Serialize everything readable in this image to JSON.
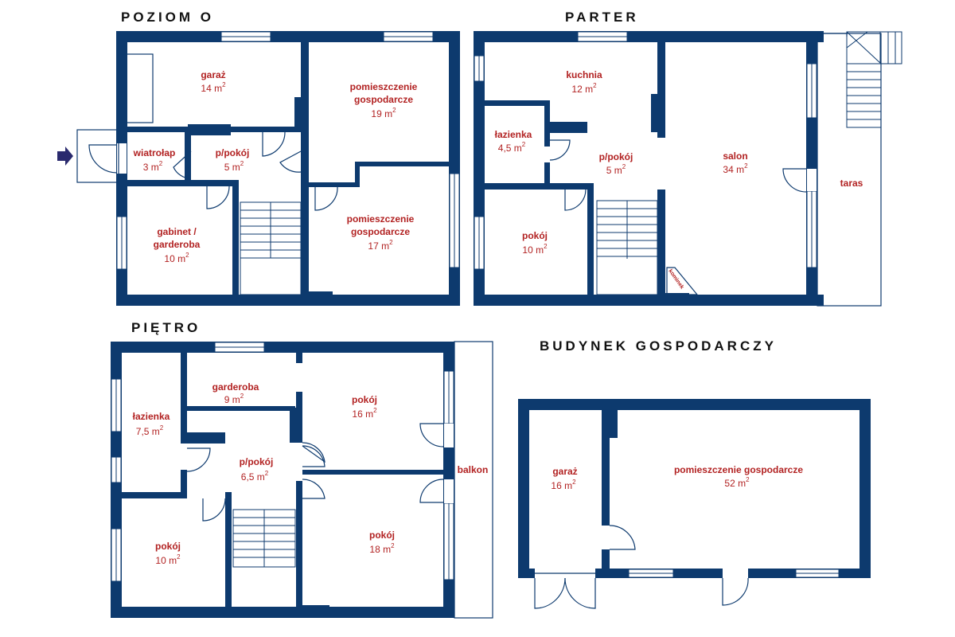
{
  "titles": {
    "poziom0": "POZIOM  O",
    "parter": "PARTER",
    "pietro": "PIĘTRO",
    "budynek": "BUDYNEK  GOSPODARCZY"
  },
  "rooms": {
    "garaz": {
      "name": "garaż",
      "area": "14 m",
      "sup": "2"
    },
    "pom_gosp_19": {
      "name1": "pomieszczenie",
      "name2": "gospodarcze",
      "area": "19 m",
      "sup": "2"
    },
    "wiatrolap": {
      "name": "wiatrołap",
      "area": "3 m",
      "sup": "2"
    },
    "ppokoj_5a": {
      "name": "p/pokój",
      "area": "5 m",
      "sup": "2"
    },
    "gabinet": {
      "name1": "gabinet /",
      "name2": "garderoba",
      "area": "10 m",
      "sup": "2"
    },
    "pom_gosp_17": {
      "name1": "pomieszczenie",
      "name2": "gospodarcze",
      "area": "17 m",
      "sup": "2"
    },
    "kuchnia": {
      "name": "kuchnia",
      "area": "12 m",
      "sup": "2"
    },
    "lazienka_45": {
      "name": "łazienka",
      "area": "4,5 m",
      "sup": "2"
    },
    "ppokoj_5b": {
      "name": "p/pokój",
      "area": "5 m",
      "sup": "2"
    },
    "salon": {
      "name": "salon",
      "area": "34 m",
      "sup": "2"
    },
    "taras": {
      "name": "taras"
    },
    "pokoj_10a": {
      "name": "pokój",
      "area": "10 m",
      "sup": "2"
    },
    "kominek": {
      "name": "kominek"
    },
    "garderoba_9": {
      "name": "garderoba",
      "area": "9 m",
      "sup": "2"
    },
    "pokoj_16": {
      "name": "pokój",
      "area": "16 m",
      "sup": "2"
    },
    "lazienka_75": {
      "name": "łazienka",
      "area": "7,5 m",
      "sup": "2"
    },
    "ppokoj_65": {
      "name": "p/pokój",
      "area": "6,5 m",
      "sup": "2"
    },
    "balkon": {
      "name": "balkon"
    },
    "pokoj_18": {
      "name": "pokój",
      "area": "18 m",
      "sup": "2"
    },
    "pokoj_10b": {
      "name": "pokój",
      "area": "10 m",
      "sup": "2"
    },
    "garaz_16": {
      "name": "garaż",
      "area": "16 m",
      "sup": "2"
    },
    "pom_gosp_52": {
      "name": "pomieszczenie gospodarcze",
      "area": "52 m",
      "sup": "2"
    }
  },
  "colors": {
    "wall": "#0d3a6e",
    "label": "#b22222",
    "title": "#111111",
    "arrow": "#2a2a6e"
  },
  "icons": {
    "entrance": "entrance-arrow-icon"
  }
}
